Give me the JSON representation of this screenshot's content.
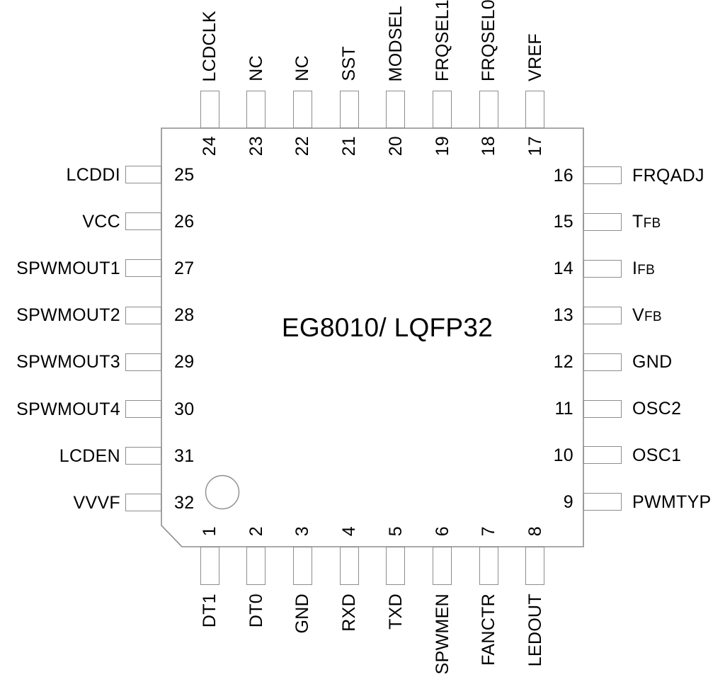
{
  "chip": {
    "title": "EG8010/ LQFP32"
  },
  "colors": {
    "outline": "#8d8d8d",
    "text": "#000000",
    "background": "#ffffff"
  },
  "pins": {
    "top": [
      {
        "num": "24",
        "name": "LCDCLK"
      },
      {
        "num": "23",
        "name": "NC"
      },
      {
        "num": "22",
        "name": "NC"
      },
      {
        "num": "21",
        "name": "SST"
      },
      {
        "num": "20",
        "name": "MODSEL"
      },
      {
        "num": "19",
        "name": "FRQSEL1"
      },
      {
        "num": "18",
        "name": "FRQSEL0"
      },
      {
        "num": "17",
        "name": "VREF"
      }
    ],
    "left": [
      {
        "num": "25",
        "name": "LCDDI"
      },
      {
        "num": "26",
        "name": "VCC"
      },
      {
        "num": "27",
        "name": "SPWMOUT1"
      },
      {
        "num": "28",
        "name": "SPWMOUT2"
      },
      {
        "num": "29",
        "name": "SPWMOUT3"
      },
      {
        "num": "30",
        "name": "SPWMOUT4"
      },
      {
        "num": "31",
        "name": "LCDEN"
      },
      {
        "num": "32",
        "name": "VVVF"
      }
    ],
    "right": [
      {
        "num": "16",
        "name": "FRQADJ"
      },
      {
        "num": "15",
        "name": "TFB",
        "parts": {
          "big": "T",
          "small": "FB"
        }
      },
      {
        "num": "14",
        "name": "IFB",
        "parts": {
          "big": "I",
          "small": "FB"
        }
      },
      {
        "num": "13",
        "name": "VFB",
        "parts": {
          "big": "V",
          "small": "FB"
        }
      },
      {
        "num": "12",
        "name": "GND"
      },
      {
        "num": "11",
        "name": "OSC2"
      },
      {
        "num": "10",
        "name": "OSC1"
      },
      {
        "num": "9",
        "name": "PWMTYP"
      }
    ],
    "bottom": [
      {
        "num": "1",
        "name": "DT1"
      },
      {
        "num": "2",
        "name": "DT0"
      },
      {
        "num": "3",
        "name": "GND"
      },
      {
        "num": "4",
        "name": "RXD"
      },
      {
        "num": "5",
        "name": "TXD"
      },
      {
        "num": "6",
        "name": "SPWMEN"
      },
      {
        "num": "7",
        "name": "FANCTR"
      },
      {
        "num": "8",
        "name": "LEDOUT"
      }
    ]
  }
}
